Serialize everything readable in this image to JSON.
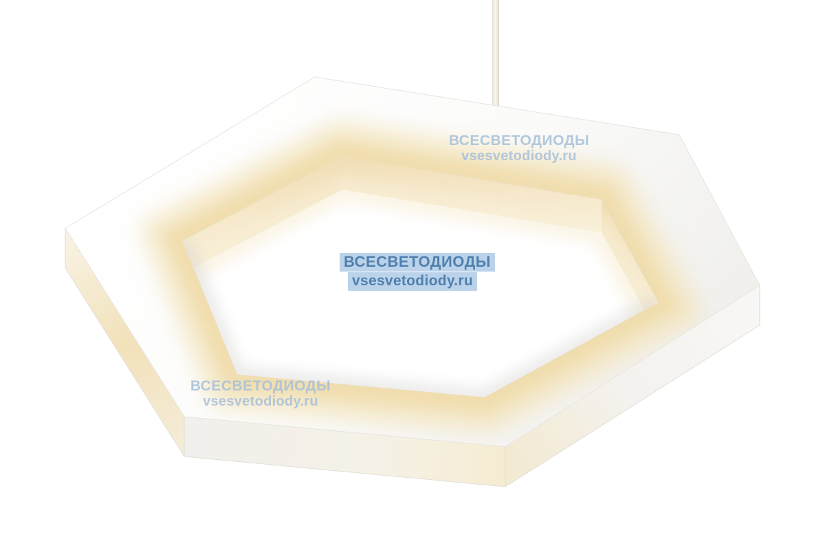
{
  "product": {
    "type": "hexagon-led-pendant-lamp"
  },
  "watermarks": {
    "top": {
      "brand": "ВСЕСВЕТОДИОДЫ",
      "url": "vsesvetodiody.ru"
    },
    "center": {
      "brand": "ВСЕСВЕТОДИОДЫ",
      "url": "vsesvetodiody.ru"
    },
    "bottom_left": {
      "brand": "ВСЕСВЕТОДИОДЫ",
      "url": "vsesvetodiody.ru"
    }
  },
  "colors": {
    "background": "#ffffff",
    "lamp_body": "#ffffff",
    "led_glow": "#f2e0b4",
    "watermark_text": "#a6c0da",
    "watermark_highlight_bg": "#b9d2ea",
    "watermark_highlight_text": "#4b7cab"
  }
}
